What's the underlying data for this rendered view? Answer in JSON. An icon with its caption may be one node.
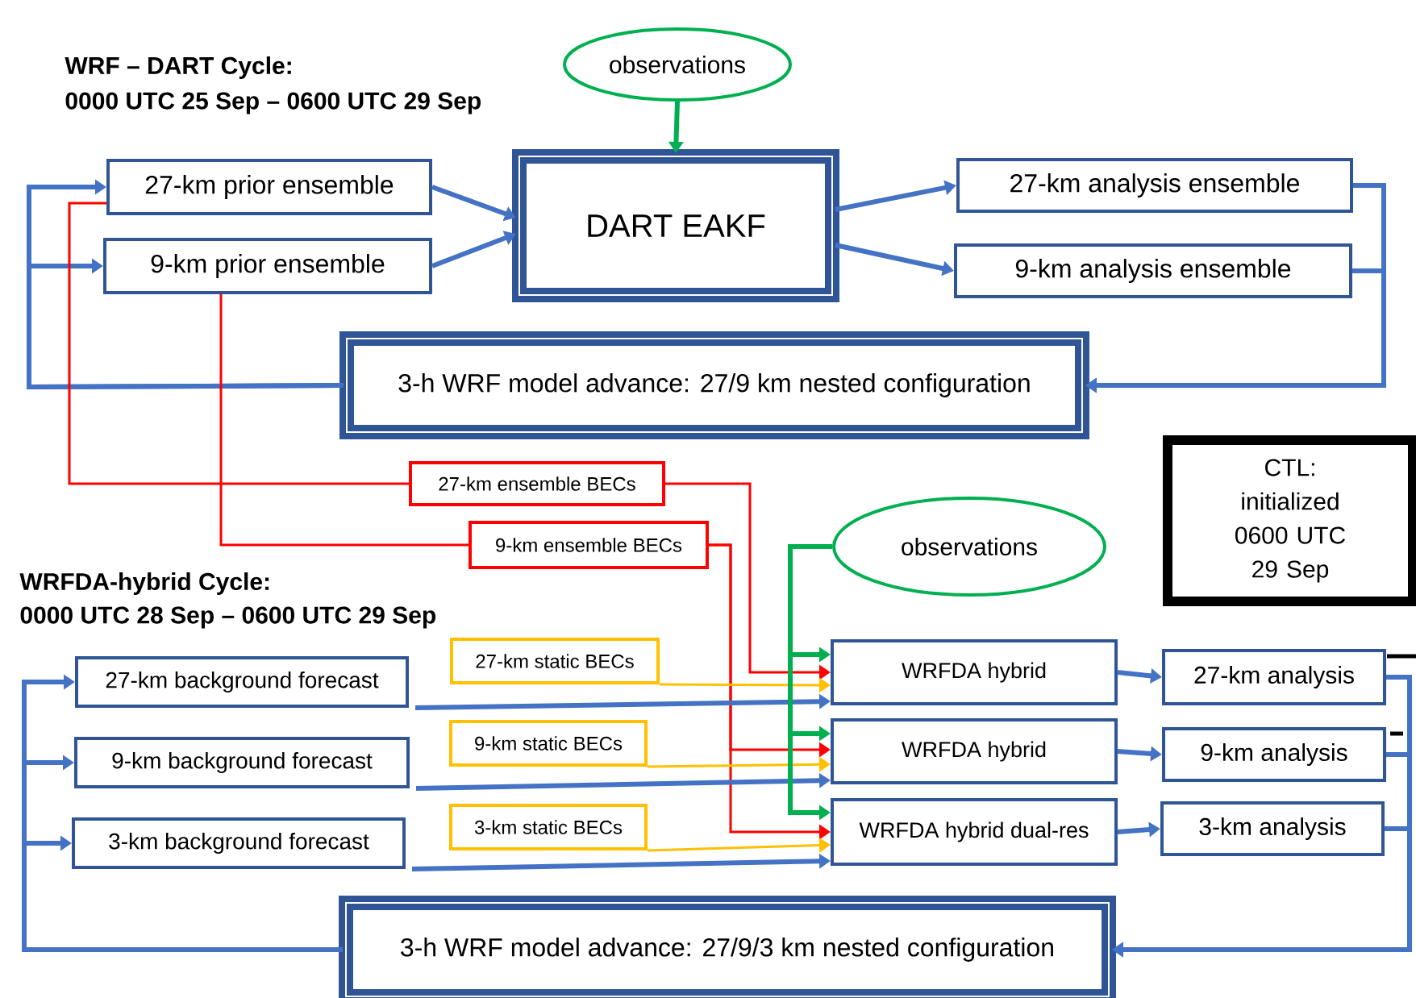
{
  "diagram": {
    "nodes": [
      {
        "text": [
          "observations"
        ]
      },
      {
        "text": [
          "DART EAKF"
        ]
      },
      {
        "text": [
          "27-km prior ensemble"
        ]
      },
      {
        "text": [
          "9-km prior ensemble"
        ]
      },
      {
        "text": [
          "27-km analysis ensemble"
        ]
      },
      {
        "text": [
          "9-km analysis ensemble"
        ]
      },
      {
        "text": [
          "3-h WRF model advance: 27/9 km nested configuration"
        ]
      },
      {
        "text": [
          "CTL:",
          "initialized 0600 UTC 29 Sep"
        ]
      },
      {
        "text": [
          "27-km ensemble BECs"
        ]
      },
      {
        "text": [
          "9-km ensemble BECs"
        ]
      },
      {
        "text": [
          "observations"
        ]
      },
      {
        "text": [
          "27-km background forecast"
        ]
      },
      {
        "text": [
          "9-km background forecast"
        ]
      },
      {
        "text": [
          "3-km background forecast"
        ]
      },
      {
        "text": [
          "27-km static BECs"
        ]
      },
      {
        "text": [
          "9-km static BECs"
        ]
      },
      {
        "text": [
          "3-km static BECs"
        ]
      },
      {
        "text": [
          "WRFDA hybrid"
        ]
      },
      {
        "text": [
          "WRFDA hybrid"
        ]
      },
      {
        "text": [
          "WRFDA hybrid dual-res"
        ]
      },
      {
        "text": [
          "27-km analysis"
        ]
      },
      {
        "text": [
          "9-km analysis"
        ]
      },
      {
        "text": [
          "3-km analysis"
        ]
      },
      {
        "text": [
          "3-h WRF model advance: 27/9/3 km nested configuration"
        ]
      }
    ],
    "edges": [
      {
        "from": 0,
        "to": 1,
        "arrow": "to",
        "color": "#00b050"
      },
      {
        "from": 2,
        "to": 1,
        "arrow": "to"
      },
      {
        "from": 3,
        "to": 1,
        "arrow": "to"
      },
      {
        "from": 1,
        "to": 4,
        "arrow": "to"
      },
      {
        "from": 1,
        "to": 5,
        "arrow": "to"
      },
      {
        "from": 4,
        "to": 6,
        "arrow": "to"
      },
      {
        "from": 5,
        "to": 6,
        "arrow": "to"
      },
      {
        "from": 6,
        "to": 2,
        "arrow": "to"
      },
      {
        "from": 6,
        "to": 3,
        "arrow": "to"
      },
      {
        "from": 2,
        "to": 8,
        "arrow": "none",
        "color": "#ff0000"
      },
      {
        "from": 3,
        "to": 9,
        "arrow": "none",
        "color": "#ff0000"
      },
      {
        "from": 8,
        "to": 17,
        "arrow": "to",
        "color": "#ff0000"
      },
      {
        "from": 9,
        "to": 18,
        "arrow": "to",
        "color": "#ff0000"
      },
      {
        "from": 9,
        "to": 19,
        "arrow": "to",
        "color": "#ff0000"
      },
      {
        "from": 14,
        "to": 17,
        "arrow": "to",
        "color": "#ffc000"
      },
      {
        "from": 15,
        "to": 18,
        "arrow": "to",
        "color": "#ffc000"
      },
      {
        "from": 16,
        "to": 19,
        "arrow": "to",
        "color": "#ffc000"
      },
      {
        "from": 11,
        "to": 17,
        "arrow": "to"
      },
      {
        "from": 12,
        "to": 18,
        "arrow": "to"
      },
      {
        "from": 13,
        "to": 19,
        "arrow": "to"
      },
      {
        "from": 10,
        "to": 17,
        "arrow": "to",
        "color": "#00b050"
      },
      {
        "from": 10,
        "to": 18,
        "arrow": "to",
        "color": "#00b050"
      },
      {
        "from": 10,
        "to": 19,
        "arrow": "to",
        "color": "#00b050"
      },
      {
        "from": 17,
        "to": 20,
        "arrow": "to"
      },
      {
        "from": 18,
        "to": 21,
        "arrow": "to"
      },
      {
        "from": 19,
        "to": 22,
        "arrow": "to"
      },
      {
        "from": 20,
        "to": 23,
        "arrow": "to"
      },
      {
        "from": 21,
        "to": 23,
        "arrow": "to"
      },
      {
        "from": 22,
        "to": 23,
        "arrow": "to"
      },
      {
        "from": 23,
        "to": 11,
        "arrow": "to"
      },
      {
        "from": 23,
        "to": 12,
        "arrow": "to"
      },
      {
        "from": 23,
        "to": 13,
        "arrow": "to"
      }
    ],
    "labels": [
      "WRF – DART Cycle:",
      "0000 UTC 25 Sep – 0600 UTC 29 Sep",
      "WRFDA-hybrid Cycle:",
      "0000 UTC 28 Sep – 0600 UTC 29 Sep"
    ]
  }
}
